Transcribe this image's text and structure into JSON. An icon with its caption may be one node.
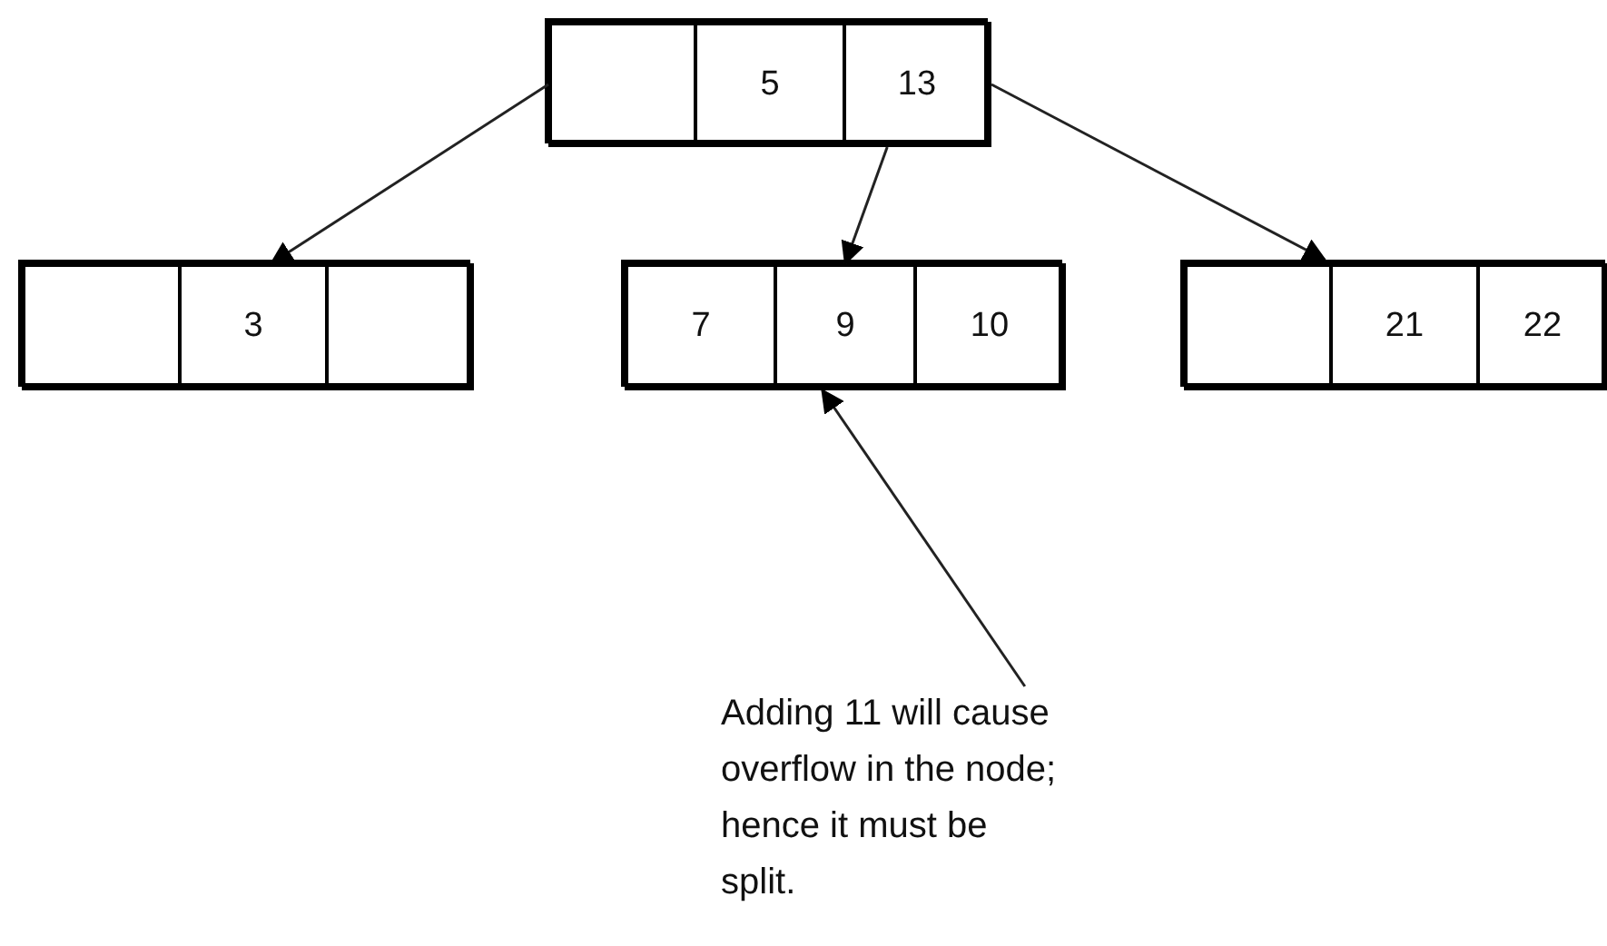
{
  "diagram": {
    "nodes": [
      {
        "text": [],
        "shape": "box"
      },
      {
        "text": [],
        "shape": "box",
        "in": 0
      },
      {
        "text": [
          "5"
        ],
        "in": 0
      },
      {
        "text": [
          "13"
        ],
        "in": 0
      },
      {
        "text": [],
        "shape": "box"
      },
      {
        "text": [],
        "shape": "box",
        "in": 4
      },
      {
        "text": [
          "3"
        ],
        "in": 4
      },
      {
        "text": [],
        "shape": "box",
        "in": 4
      },
      {
        "text": [],
        "shape": "box"
      },
      {
        "text": [
          "7"
        ],
        "in": 8
      },
      {
        "text": [
          "9"
        ],
        "in": 8
      },
      {
        "text": [
          "10"
        ],
        "in": 8
      },
      {
        "text": [],
        "shape": "box"
      },
      {
        "text": [],
        "shape": "box",
        "in": 12
      },
      {
        "text": [
          "21"
        ],
        "in": 12
      },
      {
        "text": [
          "22"
        ],
        "in": 12
      },
      {
        "text": [
          "Adding 11 will cause overflow in the node; hence it must be split."
        ]
      }
    ],
    "edges": [
      {
        "from": 1,
        "to": 6,
        "arrow": "to"
      },
      {
        "from": 3,
        "to": 10,
        "arrow": "to"
      },
      {
        "from": 3,
        "to": 12,
        "arrow": "to"
      },
      {
        "from": 16,
        "to": 10,
        "arrow": "to"
      }
    ]
  }
}
